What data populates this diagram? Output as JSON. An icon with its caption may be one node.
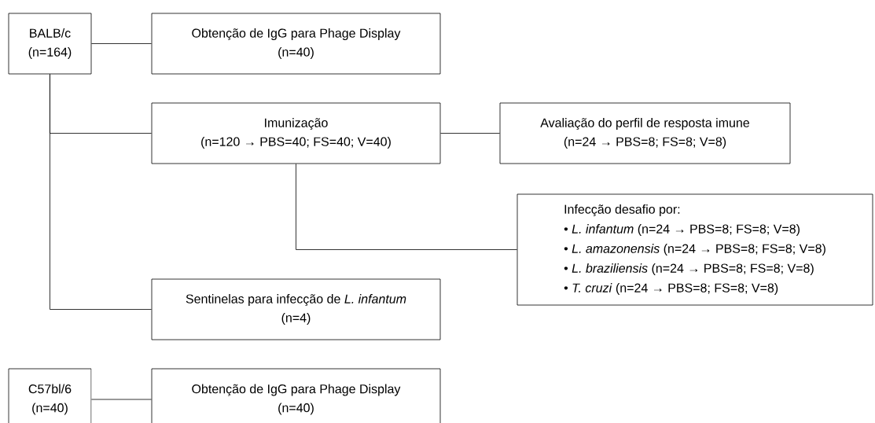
{
  "diagram": {
    "nodes": [
      {
        "text": [
          "BALB/c",
          "(n=164)"
        ]
      },
      {
        "text": [
          "Obtenção de IgG para Phage Display",
          "(n=40)"
        ]
      },
      {
        "text": [
          "Imunização",
          "(n=120 → PBS=40; FS=40; V=40)"
        ]
      },
      {
        "text": [
          "Avaliação do perfil de resposta imune",
          "(n=24 → PBS=8; FS=8; V=8)"
        ]
      },
      {
        "text": [
          "Infecção desafio por:",
          "• *L. infantum* (n=24 → PBS=8; FS=8; V=8)",
          "• *L. amazonensis* (n=24 → PBS=8; FS=8; V=8)",
          "• *L. braziliensis* (n=24 → PBS=8; FS=8; V=8)",
          "• *T. cruzi* (n=24 → PBS=8; FS=8; V=8)"
        ]
      },
      {
        "text": [
          "Sentinelas para infecção de *L. infantum*",
          "(n=4)"
        ]
      },
      {
        "text": [
          "C57bl/6",
          "(n=40)"
        ]
      },
      {
        "text": [
          "Obtenção de IgG para Phage Display",
          "(n=40)"
        ]
      }
    ],
    "edges": [
      {
        "from": 0,
        "to": 1,
        "arrow": "none"
      },
      {
        "from": 0,
        "to": 2,
        "arrow": "none"
      },
      {
        "from": 0,
        "to": 5,
        "arrow": "none"
      },
      {
        "from": 2,
        "to": 3,
        "arrow": "none"
      },
      {
        "from": 2,
        "to": 4,
        "arrow": "none"
      },
      {
        "from": 6,
        "to": 7,
        "arrow": "none"
      }
    ]
  }
}
